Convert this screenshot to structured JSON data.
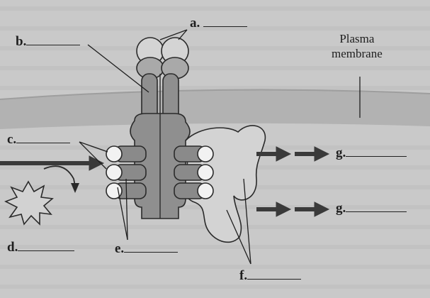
{
  "labels": {
    "a": "a.",
    "b": "b.",
    "c": "c.",
    "d": "d.",
    "e": "e.",
    "f": "f.",
    "g1": "g.",
    "g2": "g."
  },
  "annotation": {
    "line1": "Plasma",
    "line2": "membrane"
  },
  "colors": {
    "background": "#c9c9c9",
    "membrane_band": "#b2b2b2",
    "receptor": "#8f8f8f",
    "receptor_outline": "#2a2a2a",
    "g_protein": "#d3d3d3",
    "arrow": "#3a3a3a"
  }
}
